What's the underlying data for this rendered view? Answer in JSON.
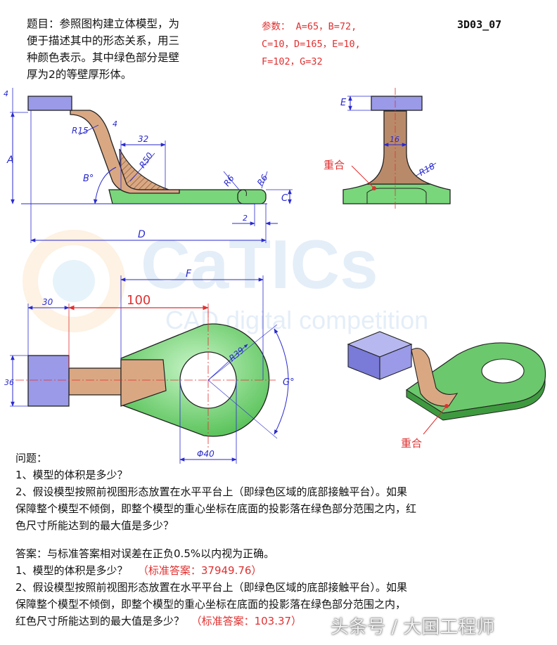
{
  "problem": {
    "title_lines": [
      "题目：参照图构建立体模型，为",
      "便于描述其中的形态关系，用三",
      "种颜色表示。其中绿色部分是壁",
      "厚为2的等壁厚形体。"
    ],
    "params_lines": [
      "参数：  A=65，B=72,",
      "C=10，D=165，E=10,",
      "F=102，G=32"
    ],
    "code": "3D03_07"
  },
  "labels": {
    "front": {
      "dim4_top": "4",
      "r15": "R15",
      "dim4": "4",
      "dim32": "32",
      "r50": "R50",
      "A": "A",
      "B": "B°",
      "r6a": "R6",
      "r6b": "R6",
      "C": "C",
      "dim2": "2",
      "D": "D"
    },
    "side": {
      "E": "E",
      "dim16": "16",
      "r18": "R18",
      "coincide": "重合"
    },
    "top": {
      "F": "F",
      "dim100": "100",
      "dim30": "30",
      "r39": "R39",
      "dim36": "36",
      "G": "G°",
      "phi40": "Φ40"
    },
    "iso": {
      "coincide": "重合"
    }
  },
  "watermark": {
    "brand": "CaTICs",
    "sub": "CAD digital competition"
  },
  "questions": {
    "heading": "问题：",
    "q1": "1、模型的体积是多少？",
    "q2_lines": [
      "2、假设模型按照前视图形态放置在水平平台上（即绿色区域的底部接触平台）。如果",
      "保障整个模型不倾倒，即整个模型的重心坐标在底面的投影落在绿色部分范围之内，红",
      "色尺寸所能达到的最大值是多少？"
    ]
  },
  "answers": {
    "intro": "答案：与标准答案相对误差在正负0.5%以内视为正确。",
    "q1": "1、模型的体积是多少？",
    "a1": "（标准答案：37949.76）",
    "q2_lines": [
      "2、假设模型按照前视图形态放置在水平平台上（即绿色区域的底部接触平台）。如果",
      "保障整个模型不倾倒，即整个模型的重心坐标在底面的投影落在绿色部分范围之内，",
      "红色尺寸所能达到的最大值是多少？"
    ],
    "a2": "（标准答案：103.37）"
  },
  "footer_watermark": "头条号 / 大国工程师",
  "colors": {
    "green": "#7ad67a",
    "tan": "#d9a883",
    "blue": "#9a9ae8",
    "red": "#e03030",
    "dim": "#2a2ad0"
  }
}
